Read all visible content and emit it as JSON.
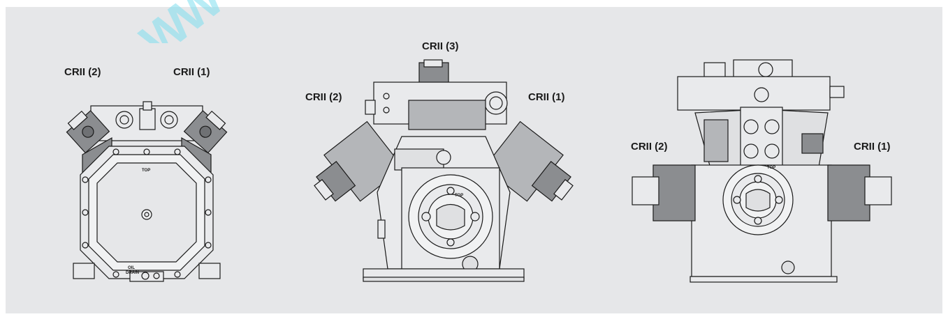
{
  "watermark": {
    "text": "WW"
  },
  "views": {
    "left": {
      "label_left": "CRII (2)",
      "label_right": "CRII (1)",
      "stamp_top": "TOP",
      "stamp_oil_1": "OIL",
      "stamp_oil_2": "DRAIN"
    },
    "center": {
      "label_top": "CRII (3)",
      "label_left": "CRII (2)",
      "label_right": "CRII (1)",
      "stamp_top": "TOP"
    },
    "right": {
      "label_left": "CRII (2)",
      "label_right": "CRII (1)",
      "stamp_top": "TOP"
    }
  },
  "colors": {
    "background": "#e6e7e9",
    "outline": "#1a1a1a",
    "body_fill": "#e9eaec",
    "unloader_fill": "#8b8d90",
    "watermark": "#7fdff0"
  }
}
